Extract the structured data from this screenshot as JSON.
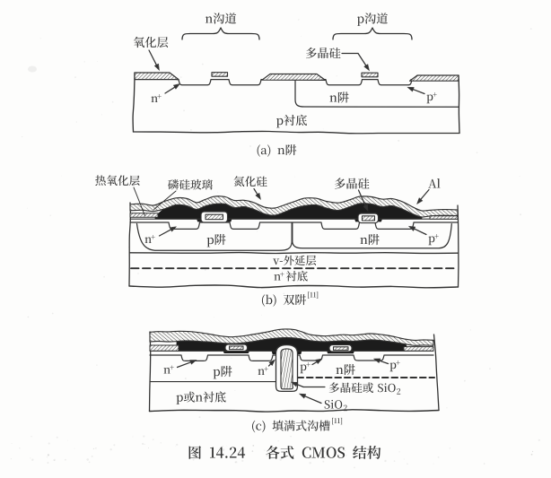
{
  "figure": {
    "title": "图 14.24  各式 CMOS 结构",
    "sections": {
      "a": {
        "caption": "(a) n阱",
        "labels": {
          "oxide": "氧化层",
          "n_channel": "n沟道",
          "p_channel": "p沟道",
          "polysilicon": "多晶硅",
          "n_plus": "n⁺",
          "p_plus": "p⁺",
          "n_well": "n阱",
          "p_substrate": "p衬底"
        }
      },
      "b": {
        "caption": "(b) 双阱",
        "caption_ref": "[11]",
        "labels": {
          "thermal_oxide": "热氧化层",
          "psg": "磷硅玻璃",
          "nitride": "氮化硅",
          "polysilicon": "多晶硅",
          "al": "Al",
          "n_plus": "n⁺",
          "p_well": "p阱",
          "n_well": "n阱",
          "p_plus": "p⁺",
          "epi": "v-外延层",
          "n_substrate": "n⁺衬底"
        }
      },
      "c": {
        "caption": "(c) 填满式沟槽",
        "caption_ref": "[11]",
        "labels": {
          "n_plus_left": "n⁺",
          "p_well": "p阱",
          "n_plus_mid": "n⁺",
          "p_plus_mid": "p⁺",
          "n_well": "n阱",
          "p_plus_right": "p⁺",
          "trench_fill": "多晶硅或 SiO₂",
          "liner": "SiO₂",
          "substrate": "p或n衬底"
        }
      }
    }
  }
}
